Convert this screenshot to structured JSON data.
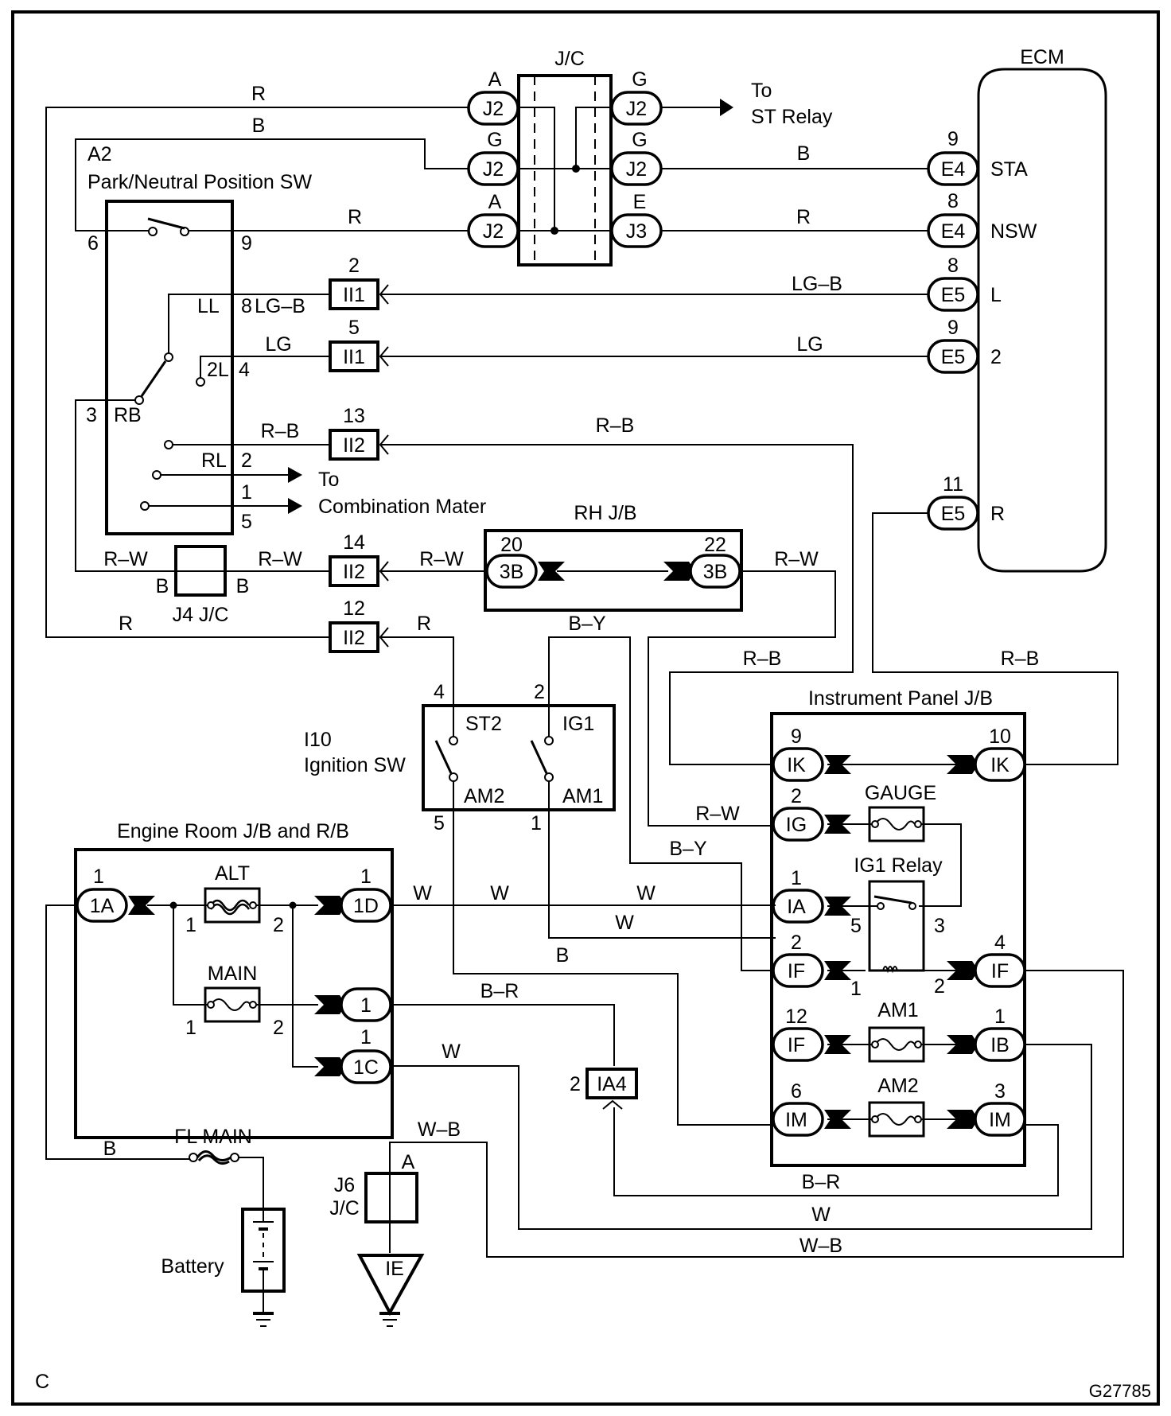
{
  "figure_id": "G27785",
  "corner_mark": "C",
  "components": {
    "jc_top": {
      "label": "J/C"
    },
    "ecm": {
      "label": "ECM",
      "pins": [
        {
          "num": "9",
          "conn": "E4",
          "name": "STA"
        },
        {
          "num": "8",
          "conn": "E4",
          "name": "NSW"
        },
        {
          "num": "8",
          "conn": "E5",
          "name": "L"
        },
        {
          "num": "9",
          "conn": "E5",
          "name": "2"
        },
        {
          "num": "11",
          "conn": "E5",
          "name": "R"
        }
      ]
    },
    "pn_switch": {
      "id": "A2",
      "label": "Park/Neutral Position SW",
      "pins": [
        "6",
        "9",
        "8",
        "4",
        "3",
        "2",
        "1",
        "5"
      ],
      "contacts": [
        "LL",
        "2L",
        "RB",
        "RL"
      ]
    },
    "to_st_relay": {
      "line1": "To",
      "line2": "ST Relay"
    },
    "to_comb_meter": {
      "line1": "To",
      "line2": "Combination Mater"
    },
    "rh_jb": {
      "label": "RH J/B",
      "left": {
        "num": "20",
        "conn": "3B"
      },
      "right": {
        "num": "22",
        "conn": "3B"
      }
    },
    "j4": {
      "label": "J4 J/C",
      "left_pin": "B",
      "right_pin": "B"
    },
    "ignition_sw": {
      "id": "I10",
      "label": "Ignition SW",
      "terminals": [
        "ST2",
        "IG1",
        "AM2",
        "AM1"
      ],
      "pins": [
        "4",
        "2",
        "5",
        "1"
      ]
    },
    "ip_jb": {
      "label": "Instrument Panel J/B",
      "fuses": [
        "GAUGE",
        "AM1",
        "AM2"
      ],
      "relay": "IG1 Relay",
      "relay_pins": [
        "5",
        "3",
        "1",
        "2"
      ],
      "left": [
        {
          "num": "9",
          "conn": "IK"
        },
        {
          "num": "2",
          "conn": "IG"
        },
        {
          "num": "1",
          "conn": "IA"
        },
        {
          "num": "2",
          "conn": "IF"
        },
        {
          "num": "12",
          "conn": "IF"
        },
        {
          "num": "6",
          "conn": "IM"
        }
      ],
      "right": [
        {
          "num": "10",
          "conn": "IK"
        },
        {
          "num": "4",
          "conn": "IF"
        },
        {
          "num": "1",
          "conn": "IB"
        },
        {
          "num": "3",
          "conn": "IM"
        }
      ]
    },
    "er_jb": {
      "label": "Engine Room J/B and R/B",
      "fuses": [
        "ALT",
        "MAIN"
      ],
      "fuse_pins": [
        "1",
        "2",
        "1",
        "2"
      ],
      "conns": [
        {
          "num": "1",
          "conn": "1A"
        },
        {
          "num": "1",
          "conn": "1D"
        },
        {
          "num": "",
          "conn": "1"
        },
        {
          "num": "1",
          "conn": "1C"
        }
      ]
    },
    "fl_main": {
      "label": "FL MAIN"
    },
    "battery": {
      "label": "Battery"
    },
    "j6": {
      "id": "J6",
      "label": "J/C",
      "pin": "A"
    },
    "ie_ground": {
      "label": "IE"
    },
    "ia4": {
      "num": "2",
      "conn": "IA4"
    }
  },
  "jc_connectors": {
    "left": [
      {
        "letter": "A",
        "conn": "J2"
      },
      {
        "letter": "G",
        "conn": "J2"
      },
      {
        "letter": "A",
        "conn": "J2"
      }
    ],
    "right": [
      {
        "letter": "G",
        "conn": "J2"
      },
      {
        "letter": "G",
        "conn": "J2"
      },
      {
        "letter": "E",
        "conn": "J3"
      }
    ]
  },
  "inline_connectors": [
    {
      "num": "2",
      "conn": "II1"
    },
    {
      "num": "5",
      "conn": "II1"
    },
    {
      "num": "13",
      "conn": "II2"
    },
    {
      "num": "14",
      "conn": "II2"
    },
    {
      "num": "12",
      "conn": "II2"
    }
  ],
  "wire_colors": {
    "r_top": "R",
    "b_top": "B",
    "r_mid": "R",
    "b_sta": "B",
    "r_nsw": "R",
    "lgb_left": "LG–B",
    "lgb_right": "LG–B",
    "lg_left": "LG",
    "lg_right": "LG",
    "rb_left": "R–B",
    "rb_right": "R–B",
    "rw_j4_left": "R–W",
    "rw_j4_right": "R–W",
    "rw_rhjb_in": "R–W",
    "rw_rhjb_out": "R–W",
    "r_ig": "R",
    "r_left": "R",
    "by_top": "B–Y",
    "rb_ip1": "R–B",
    "rb_ip2": "R–B",
    "rw_ig": "R–W",
    "by_if": "B–Y",
    "w1": "W",
    "w2": "W",
    "w3": "W",
    "w4": "W",
    "b_mid": "B",
    "br_top": "B–R",
    "w_1c": "W",
    "wb_j6": "W–B",
    "b_fl": "B",
    "br_bottom": "B–R",
    "w_bottom": "W",
    "wb_bottom": "W–B"
  }
}
